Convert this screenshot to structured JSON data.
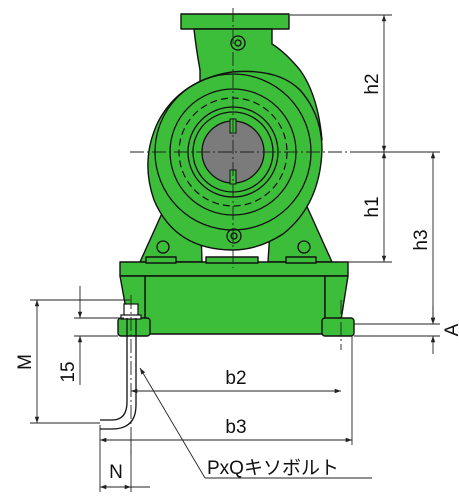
{
  "labels": {
    "h2": "h2",
    "h1": "h1",
    "h3": "h3",
    "A": "A",
    "M": "M",
    "fifteen": "15",
    "b2": "b2",
    "b3": "b3",
    "N": "N",
    "bolt": "PxQキソボルト"
  },
  "colors": {
    "pump_body": "#3dbe3a",
    "shaft": "#7b7b7b",
    "lines": "#111111"
  }
}
